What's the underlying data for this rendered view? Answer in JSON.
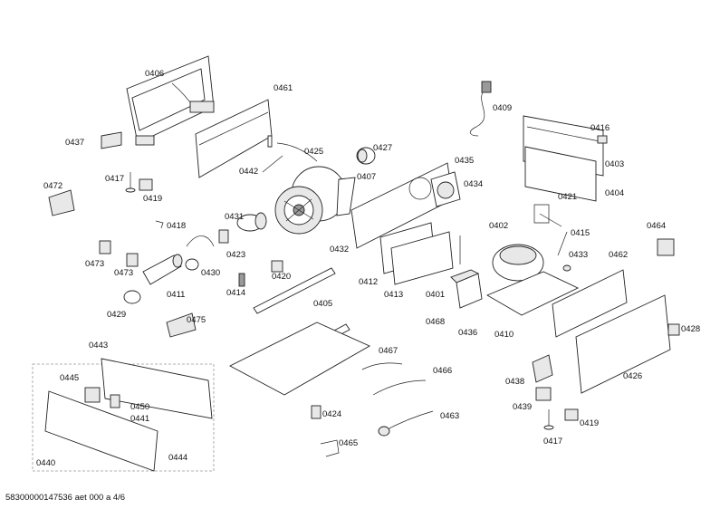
{
  "diagram": {
    "labels": [
      "0406",
      "0461",
      "0437",
      "0425",
      "0427",
      "0442",
      "0407",
      "0409",
      "0416",
      "0403",
      "0404",
      "0435",
      "0434",
      "0421",
      "0472",
      "0417",
      "0419",
      "0418",
      "0431",
      "0423",
      "0430",
      "0414",
      "0420",
      "0432",
      "0402",
      "0415",
      "0464",
      "0433",
      "0462",
      "0473",
      "0473",
      "0411",
      "0412",
      "0413",
      "0401",
      "0468",
      "0436",
      "0410",
      "0429",
      "0405",
      "0475",
      "0428",
      "0426",
      "0443",
      "0445",
      "0450",
      "0441",
      "0467",
      "0466",
      "0438",
      "0439",
      "0463",
      "0419",
      "0417",
      "0424",
      "0465",
      "0444",
      "0440"
    ],
    "footer": "58300000147536 aet 000 a 4/6"
  }
}
